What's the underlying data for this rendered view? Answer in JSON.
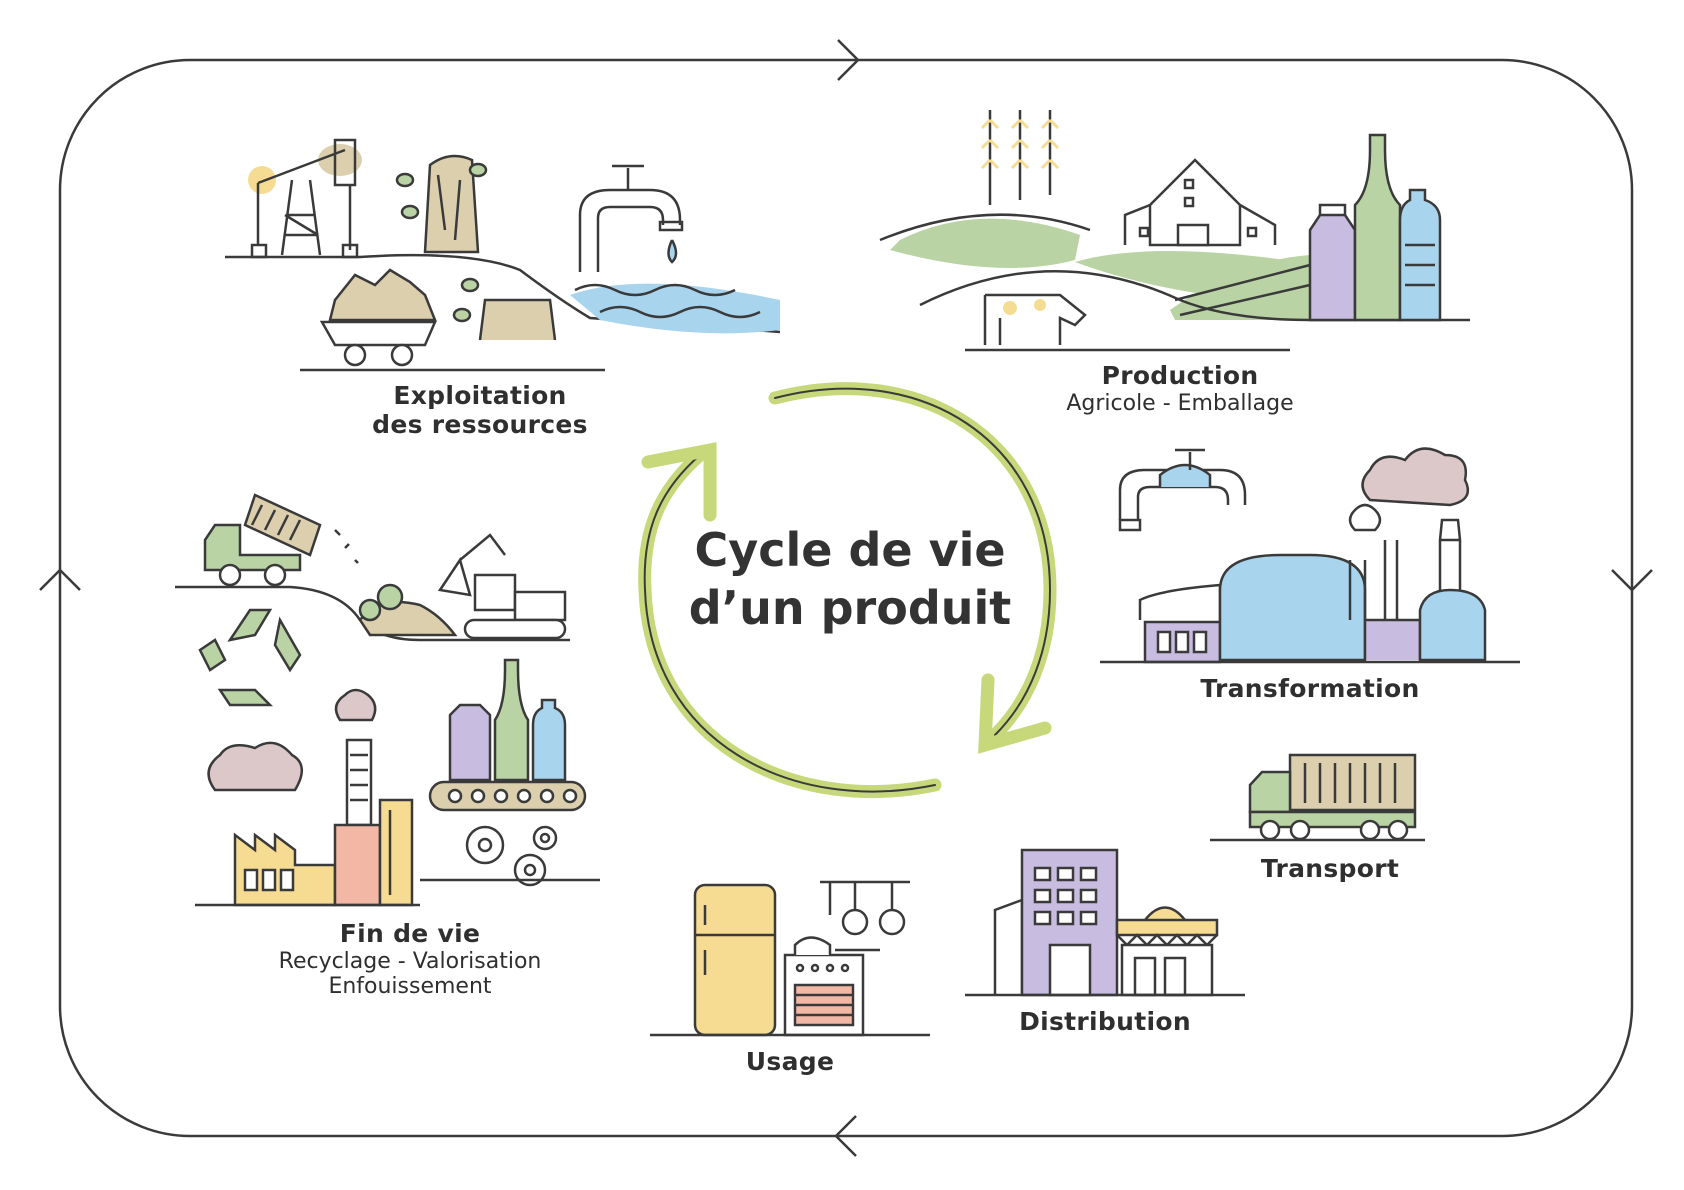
{
  "title": {
    "line1": "Cycle de vie",
    "line2": "d’un produit"
  },
  "stages": {
    "exploitation": {
      "line1": "Exploitation",
      "line2": "des ressources"
    },
    "production": {
      "title": "Production",
      "subtitle": "Agricole - Emballage"
    },
    "transformation": {
      "title": "Transformation"
    },
    "transport": {
      "title": "Transport"
    },
    "distribution": {
      "title": "Distribution"
    },
    "usage": {
      "title": "Usage"
    },
    "fin_de_vie": {
      "title": "Fin de vie",
      "sub1": "Recyclage - Valorisation",
      "sub2": "Enfouissement"
    }
  },
  "colors": {
    "outline": "#3a3a3a",
    "cycle_arrow": "#c6d87a",
    "green": "#b9d3a4",
    "blue": "#a9d4ee",
    "purple": "#c8bde0",
    "beige": "#dccfae",
    "yellow": "#f6dc93",
    "salmon": "#f2b8a5",
    "smoke": "#dcc8c8"
  }
}
